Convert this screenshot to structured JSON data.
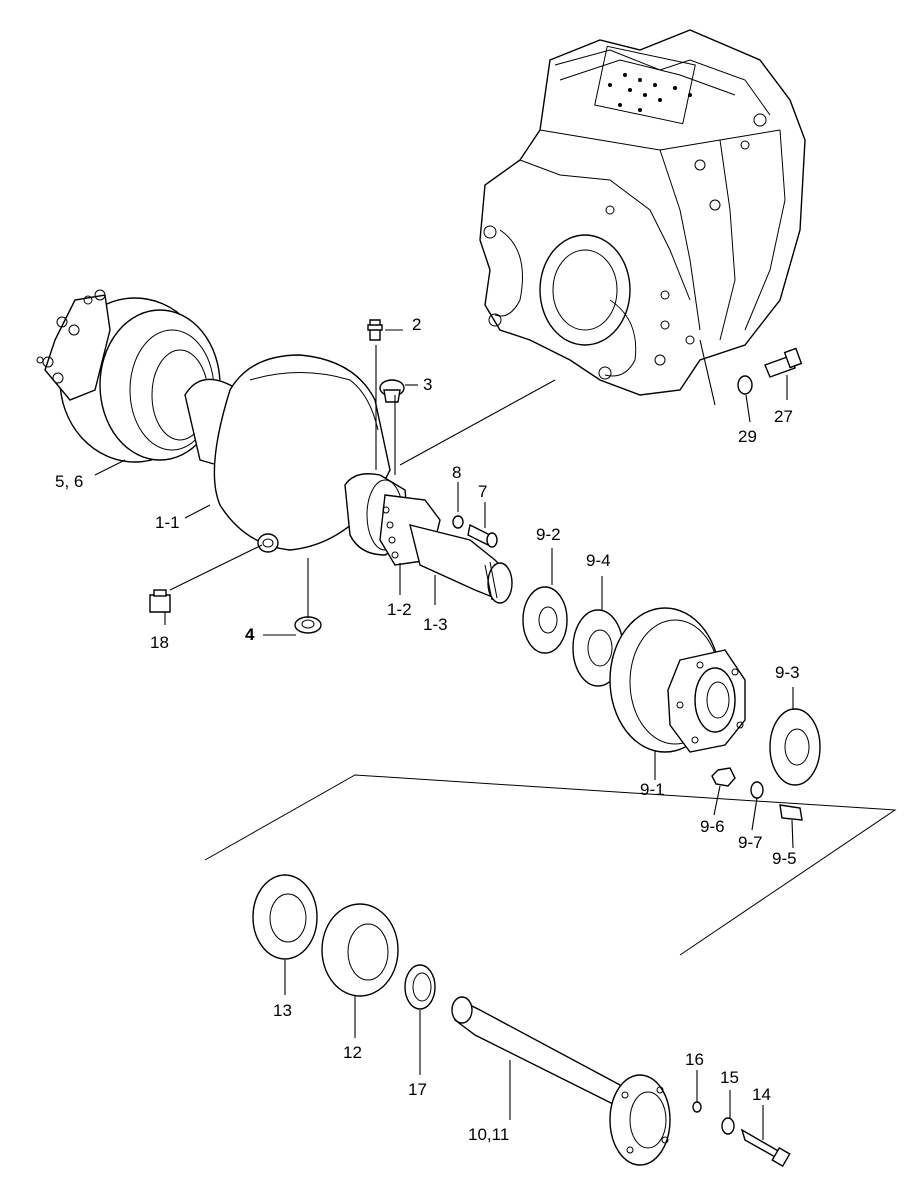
{
  "labels": {
    "l_2": "2",
    "l_3": "3",
    "l_5_6": "5, 6",
    "l_1_1": "1-1",
    "l_8": "8",
    "l_7": "7",
    "l_9_2": "9-2",
    "l_9_4": "9-4",
    "l_18": "18",
    "l_4": "4",
    "l_1_2": "1-2",
    "l_1_3": "1-3",
    "l_27": "27",
    "l_29": "29",
    "l_9_3": "9-3",
    "l_9_1": "9-1",
    "l_9_6": "9-6",
    "l_9_7": "9-7",
    "l_9_5": "9-5",
    "l_13": "13",
    "l_12": "12",
    "l_17": "17",
    "l_10_11": "10,11",
    "l_16": "16",
    "l_15": "15",
    "l_14": "14"
  }
}
